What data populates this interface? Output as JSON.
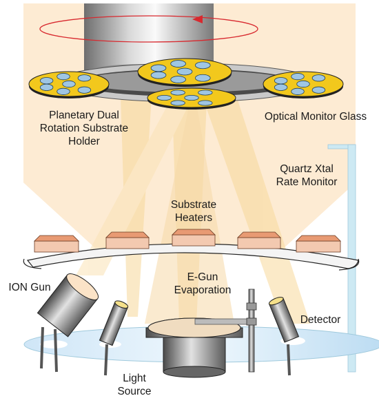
{
  "labels": {
    "holder": [
      "Planetary Dual",
      "Rotation Substrate",
      "Holder"
    ],
    "optical_monitor": "Optical Monitor Glass",
    "quartz": [
      "Quartz Xtal",
      "Rate Monitor"
    ],
    "heaters": [
      "Substrate",
      "Heaters"
    ],
    "ion_gun": "ION Gun",
    "egun": [
      "E-Gun",
      "Evaporation"
    ],
    "detector": "Detector",
    "light_source": [
      "Light",
      "Source"
    ]
  },
  "colors": {
    "chamber_fill": "#fdebd3",
    "beam": "#f7d89a",
    "platter_gold": "#f2c81d",
    "substrate_blue": "#9fc6e3",
    "heater_front": "#f3c9b0",
    "heater_top": "#e89a73",
    "base_plate": "#cfe6f7",
    "quartz_monitor": "#cde9f3",
    "rotation_arrow": "#d8282e"
  },
  "icons": {
    "rotation": "rotation-arrow-icon",
    "substrate": "substrate-wafer-icon"
  }
}
